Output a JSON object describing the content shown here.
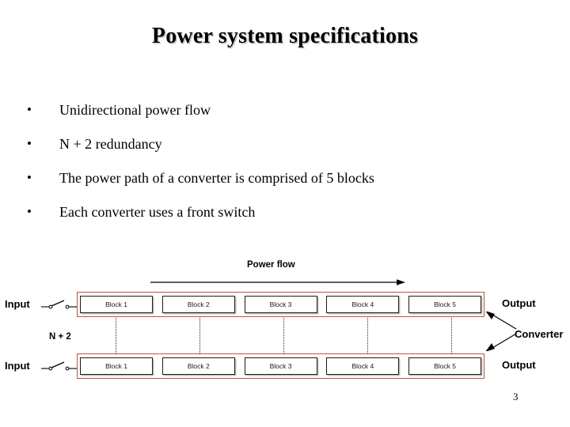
{
  "slide": {
    "title": "Power system specifications",
    "page_number": "3",
    "bullet_marker": "•",
    "bullets": [
      {
        "text": "Unidirectional power flow"
      },
      {
        "text": "N + 2 redundancy"
      },
      {
        "text": "The power path of a converter is comprised of 5 blocks"
      },
      {
        "text": "Each converter uses a front switch"
      }
    ]
  },
  "diagram": {
    "power_flow_label": "Power flow",
    "redundancy_label": "N + 2",
    "converter_label": "Converter",
    "accent_color": "#c0504d",
    "line_color": "#000000",
    "chains": [
      {
        "input_label": "Input",
        "output_label": "Output",
        "blocks": [
          {
            "label": "Block 1"
          },
          {
            "label": "Block 2"
          },
          {
            "label": "Block 3"
          },
          {
            "label": "Block 4"
          },
          {
            "label": "Block 5"
          }
        ]
      },
      {
        "input_label": "Input",
        "output_label": "Output",
        "blocks": [
          {
            "label": "Block 1"
          },
          {
            "label": "Block 2"
          },
          {
            "label": "Block 3"
          },
          {
            "label": "Block 4"
          },
          {
            "label": "Block 5"
          }
        ]
      }
    ]
  }
}
